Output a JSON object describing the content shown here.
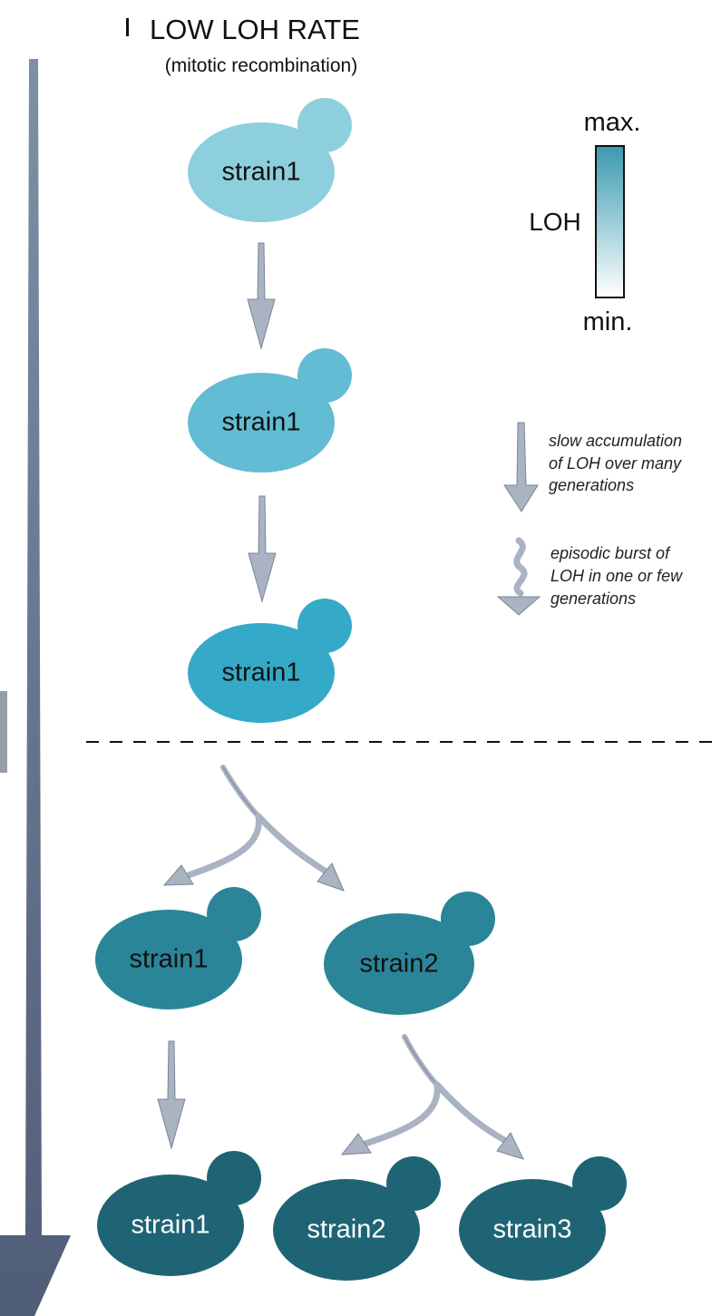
{
  "header": {
    "title": "LOW LOH RATE",
    "subtitle": "(mitotic recombination)"
  },
  "cells": [
    {
      "label": "strain1",
      "color": "#8ecfde"
    },
    {
      "label": "strain1",
      "color": "#62bcd3"
    },
    {
      "label": "strain1",
      "color": "#35aac8"
    },
    {
      "label": "strain1",
      "color": "#2b8599"
    },
    {
      "label": "strain2",
      "color": "#2b8599"
    },
    {
      "label": "strain1",
      "color": "#1f6474"
    },
    {
      "label": "strain2",
      "color": "#1f6474"
    },
    {
      "label": "strain3",
      "color": "#1f6474"
    }
  ],
  "legend": {
    "scale_label": "LOH",
    "max_label": "max.",
    "min_label": "min.",
    "scale_colors": [
      "#ffffff",
      "#3a9ab0"
    ],
    "slow_text": [
      "slow accumulation",
      "of LOH over many",
      "generations"
    ],
    "burst_text": [
      "episodic burst of",
      "LOH in one or few",
      "generations"
    ]
  },
  "colors": {
    "time_arrow": "#5a6a85",
    "step_arrow": "#a9b3c2",
    "step_arrow_stroke": "#7b8597"
  }
}
